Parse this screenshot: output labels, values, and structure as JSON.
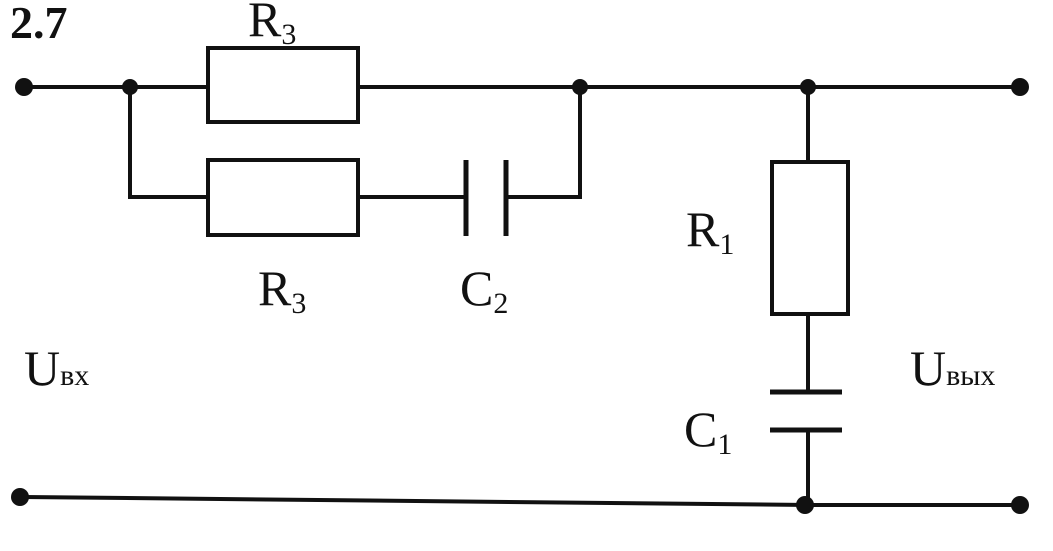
{
  "figure": {
    "number": "2.7",
    "components": {
      "r_top": {
        "letter": "R",
        "index": "3"
      },
      "r_bottom": {
        "letter": "R",
        "index": "3"
      },
      "c_series": {
        "letter": "C",
        "index": "2"
      },
      "r_shunt": {
        "letter": "R",
        "index": "1"
      },
      "c_shunt": {
        "letter": "C",
        "index": "1"
      }
    },
    "ports": {
      "input": {
        "letter": "U",
        "subscript": "вх"
      },
      "output": {
        "letter": "U",
        "subscript": "вых"
      }
    }
  },
  "colors": {
    "ink": "#111111",
    "background": "#ffffff"
  }
}
